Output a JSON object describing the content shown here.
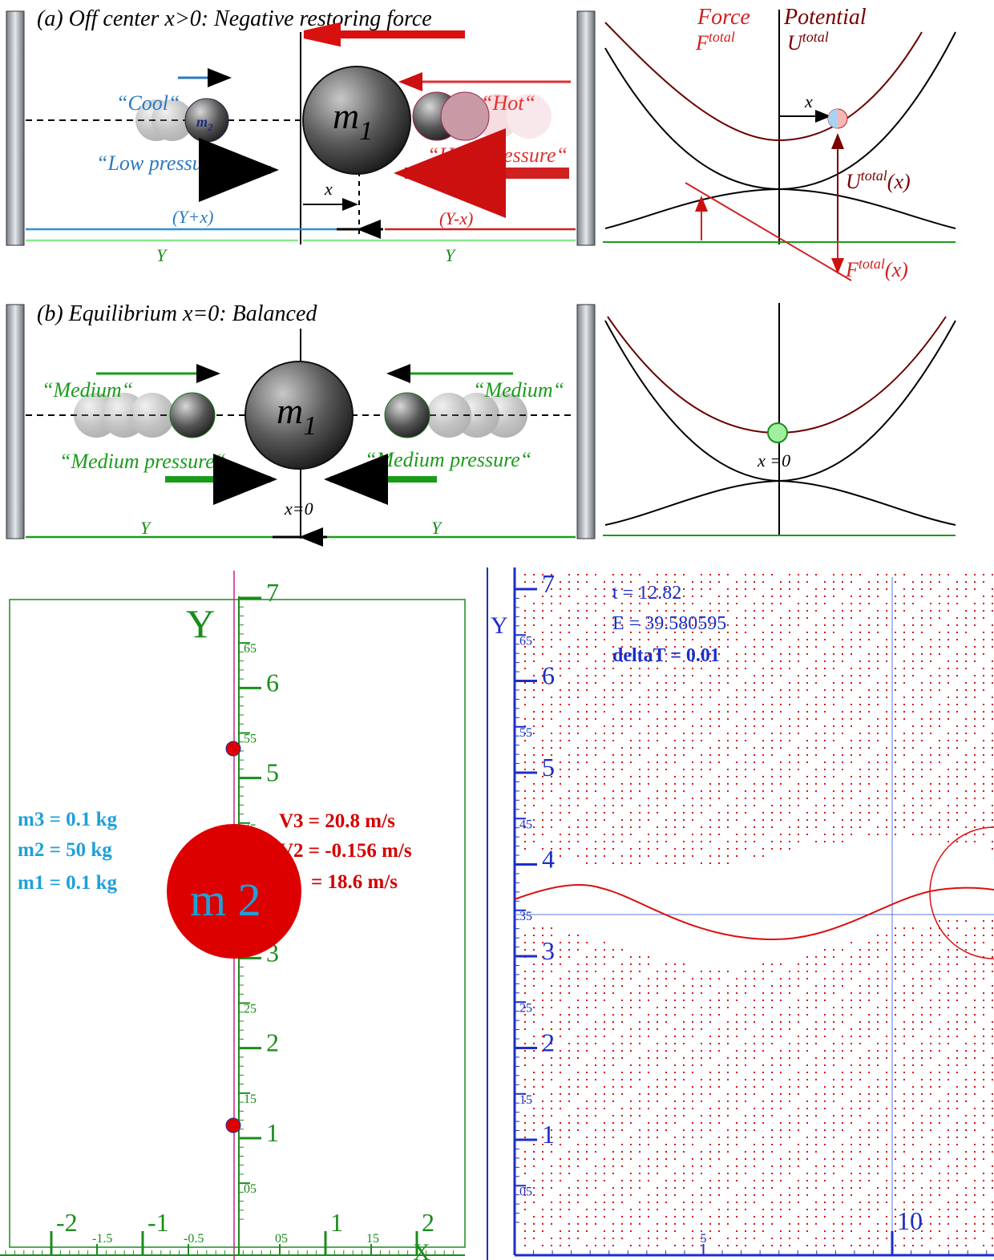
{
  "panel_a": {
    "title": "(a) Off center x>0: Negative restoring force",
    "cool": "“Cool“",
    "hot": "“Hot“",
    "low_pressure": "“Low pressure“",
    "high_pressure": "“High pressure“",
    "m1": "m",
    "m1_sub": "1",
    "m2": "m",
    "m2_sub": "2",
    "x": "x",
    "y_plus_x": "(Y+x)",
    "y_minus_x": "(Y-x)",
    "y_left": "Y",
    "y_right": "Y"
  },
  "graph_a": {
    "force": "Force",
    "force_sym": "F",
    "force_sup": "total",
    "potential": "Potential",
    "potential_sym": "U",
    "potential_sup": "total",
    "x": "x",
    "u_label": "U",
    "u_sup": "total",
    "u_arg": "(x)",
    "f_label": "F",
    "f_sup": "total",
    "f_arg": "(x)"
  },
  "panel_b": {
    "title": "(b) Equilibrium x=0: Balanced",
    "medium_left": "“Medium“",
    "medium_right": "“Medium“",
    "pressure_left": "“Medium pressure“",
    "pressure_right": "“Medium pressure“",
    "x_eq": "x=0",
    "y_left": "Y",
    "y_right": "Y"
  },
  "graph_b": {
    "x_eq": "x =0"
  },
  "sim_left": {
    "y_axis": "Y",
    "x_axis": "X",
    "y_major": [
      "7",
      "6",
      "5",
      "4",
      "3",
      "2",
      "1"
    ],
    "y_minor": [
      "65",
      "55",
      "45",
      "35",
      "25",
      "15",
      "05"
    ],
    "x_major": [
      "-2",
      "-1",
      "1",
      "2"
    ],
    "x_minor": [
      "-1.5",
      "-0.5",
      "05",
      "15"
    ],
    "m3": "m3 =  0.1 kg",
    "m2": "m2 =    50 kg",
    "m1": "m1 =  0.1 kg",
    "v3": "V3 =    20.8  m/s",
    "v2": "V2 = -0.156  m/s",
    "v1": "=    18.6  m/s",
    "ball_label": "m 2",
    "colors": {
      "axis": "#1a8c1a",
      "masses": "#1fa0d8",
      "velocities": "#d40000",
      "ball": "#dc0000"
    }
  },
  "sim_right": {
    "y_axis": "Y",
    "y_major": [
      "7",
      "6",
      "5",
      "4",
      "3",
      "2",
      "1"
    ],
    "y_minor": [
      "65",
      "55",
      "45",
      "35",
      "25",
      "15",
      "05"
    ],
    "x_major": [
      "10"
    ],
    "x_minor": [
      "5"
    ],
    "t": "t =    12.82",
    "e": "E = 39.580595",
    "dt": "deltaT =    0.01",
    "colors": {
      "axis": "#1c2ec8",
      "trace": "#dc1010"
    }
  }
}
